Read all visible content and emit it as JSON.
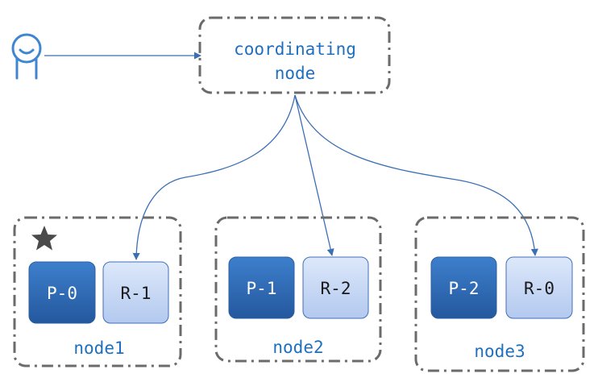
{
  "coordinator": {
    "line1": "coordinating",
    "line2": "node"
  },
  "nodes": [
    {
      "label": "node1",
      "primary": "P-0",
      "replica": "R-1",
      "starred": true
    },
    {
      "label": "node2",
      "primary": "P-1",
      "replica": "R-2",
      "starred": false
    },
    {
      "label": "node3",
      "primary": "P-2",
      "replica": "R-0",
      "starred": false
    }
  ],
  "colors": {
    "text_blue": "#1f6fbf",
    "border_gray": "#6b6b6b",
    "arrow_blue": "#3b6fb4",
    "primary_fill": "#2f6ab4",
    "replica_fill": "#c8d8f4",
    "user_icon": "#3f86d0",
    "star": "#4a4a4a"
  },
  "icons": {
    "user": "user-icon",
    "star": "star-icon"
  }
}
